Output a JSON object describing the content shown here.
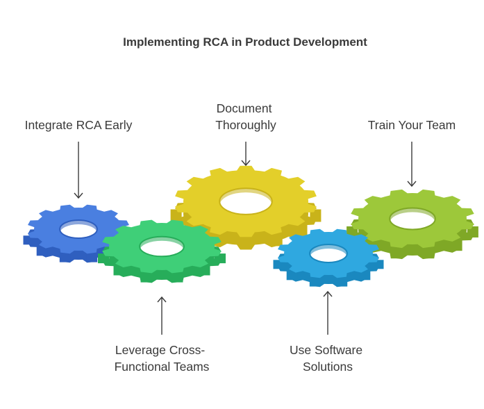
{
  "title": "Implementing RCA in Product Development",
  "gears": [
    {
      "id": "integrate",
      "label_lines": [
        "Integrate RCA Early"
      ],
      "color": "#4a7fe0",
      "side_color": "#2f5fbf",
      "hole_color": "#ffffff",
      "icon": "gear-icon"
    },
    {
      "id": "leverage",
      "label_lines": [
        "Leverage Cross-",
        "Functional Teams"
      ],
      "color": "#3fcf78",
      "side_color": "#27ad5a",
      "hole_color": "#ffffff",
      "icon": "gear-icon"
    },
    {
      "id": "document",
      "label_lines": [
        "Document",
        "Thoroughly"
      ],
      "color": "#e3cf2a",
      "side_color": "#c9b31a",
      "hole_color": "#ffffff",
      "icon": "gear-icon"
    },
    {
      "id": "software",
      "label_lines": [
        "Use Software",
        "Solutions"
      ],
      "color": "#2fa8e0",
      "side_color": "#1a88bf",
      "hole_color": "#ffffff",
      "icon": "gear-icon"
    },
    {
      "id": "train",
      "label_lines": [
        "Train Your Team"
      ],
      "color": "#9dc83a",
      "side_color": "#7fa826",
      "hole_color": "#ffffff",
      "icon": "gear-icon"
    }
  ]
}
